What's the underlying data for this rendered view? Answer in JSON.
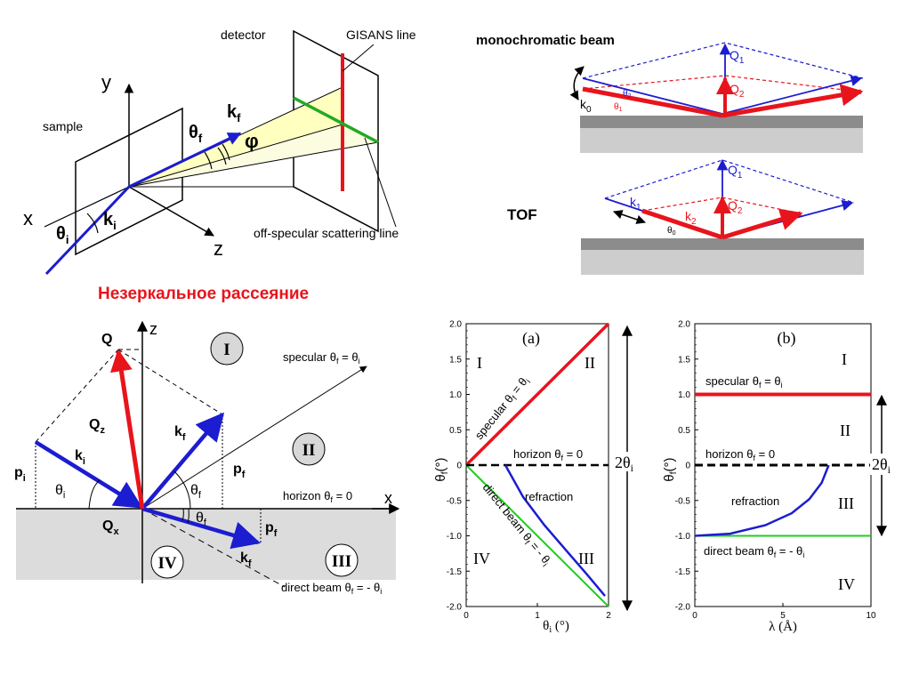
{
  "top_left": {
    "detector": "detector",
    "gisans_line": "GISANS line",
    "sample": "sample",
    "y_axis": "y",
    "x_axis": "x",
    "z_axis": "z",
    "theta_f": "θ",
    "theta_f_sub": "f",
    "k_f": "k",
    "k_f_sub": "f",
    "phi": "φ",
    "k_i": "k",
    "k_i_sub": "i",
    "theta_i": "θ",
    "theta_i_sub": "i",
    "off_specular": "off-specular scattering line"
  },
  "top_right": {
    "mono_title": "monochromatic beam",
    "tof_title": "TOF",
    "q1": "Q",
    "q1_sub": "1",
    "q2": "Q",
    "q2_sub": "2",
    "k0": "k",
    "k0_sub": "0",
    "theta2": "θ",
    "theta2_sub": "2",
    "theta1": "θ",
    "theta1_sub": "1",
    "tq1": "Q",
    "tq1_sub": "1",
    "tq2": "Q",
    "tq2_sub": "2",
    "k1": "k",
    "k1_sub": "1",
    "k2": "k",
    "k2_sub": "2",
    "theta0": "θ",
    "theta0_sub": "0"
  },
  "section_title": "Незеркальное рассеяние",
  "bottom_left": {
    "z_axis": "z",
    "x_axis": "x",
    "q": "Q",
    "qz": "Q",
    "qz_sub": "z",
    "qx": "Q",
    "qx_sub": "x",
    "ki": "k",
    "ki_sub": "i",
    "kf_up": "k",
    "kf_up_sub": "f",
    "kf_down": "k",
    "kf_down_sub": "f",
    "pi": "p",
    "pi_sub": "i",
    "pf_up": "p",
    "pf_up_sub": "f",
    "pf_down": "p",
    "pf_down_sub": "f",
    "theta_i": "θ",
    "theta_i_sub": "i",
    "theta_f_up": "θ",
    "theta_f_up_sub": "f",
    "theta_f_down": "θ",
    "theta_f_down_sub": "f",
    "region_I": "I",
    "region_II": "II",
    "region_III": "III",
    "region_IV": "IV",
    "specular": "specular θ",
    "specular_sub1": "f",
    "specular_mid": " = θ",
    "specular_sub2": "i",
    "horizon": "horizon θ",
    "horizon_sub": "f",
    "horizon_end": " = 0",
    "direct": "direct beam θ",
    "direct_sub1": "f",
    "direct_mid": " = - θ",
    "direct_sub2": "i"
  },
  "plot_a": {
    "label": "(a)",
    "ylabel": "θ",
    "ylabel_sub": "f",
    "ylabel_unit": "(°)",
    "xlabel": "θ",
    "xlabel_sub": "i",
    "xlabel_unit": " (°)",
    "y_ticks": [
      "2.0",
      "1.5",
      "1.0",
      "0.5",
      "0",
      "-0.5",
      "-1.0",
      "-1.5",
      "-2.0"
    ],
    "x_ticks": [
      "0",
      "1",
      "2"
    ],
    "region_I": "I",
    "region_II": "II",
    "region_III": "III",
    "region_IV": "IV",
    "specular": "specular θ",
    "specular_sub1": "f",
    "specular_mid": " = θ",
    "specular_sub2": "i",
    "horizon": "horizon θ",
    "horizon_sub": "f",
    "horizon_end": " = 0",
    "refraction": "refraction",
    "direct": "direct beam θ",
    "direct_sub1": "f",
    "direct_mid": " = - θ",
    "direct_sub2": "i",
    "two_theta": "2θ",
    "two_theta_sub": "i"
  },
  "plot_b": {
    "label": "(b)",
    "ylabel": "θ",
    "ylabel_sub": "f",
    "ylabel_unit": "(°)",
    "xlabel": "λ (Å)",
    "y_ticks": [
      "2.0",
      "1.5",
      "1.0",
      "0.5",
      "0",
      "-0.5",
      "-1.0",
      "-1.5",
      "-2.0"
    ],
    "x_ticks": [
      "0",
      "5",
      "10"
    ],
    "region_I": "I",
    "region_II": "II",
    "region_III": "III",
    "region_IV": "IV",
    "specular": "specular θ",
    "specular_sub1": "f",
    "specular_mid": " = θ",
    "specular_sub2": "i",
    "horizon": "horizon θ",
    "horizon_sub": "f",
    "horizon_end": " = 0",
    "refraction": "refraction",
    "direct": "direct beam θ",
    "direct_sub1": "f",
    "direct_mid": " = - θ",
    "direct_sub2": "i",
    "two_theta": "2θ",
    "two_theta_sub": "i"
  },
  "chart_data": [
    {
      "type": "line",
      "ylim": [
        -2.0,
        2.0
      ],
      "xlim": [
        0,
        2
      ],
      "series": [
        {
          "x": [
            0,
            2
          ],
          "y": [
            0,
            2
          ],
          "color": "#e8141c"
        },
        {
          "x": [
            0,
            2
          ],
          "y": [
            0,
            -2
          ],
          "color": "#22cc22"
        },
        {
          "x": [
            0,
            2
          ],
          "y": [
            0,
            0
          ],
          "color": "#000000"
        },
        {
          "x": [
            0.55,
            0.8,
            1.1,
            1.4,
            1.7,
            1.95
          ],
          "y": [
            0,
            -0.45,
            -0.85,
            -1.2,
            -1.55,
            -1.85
          ],
          "color": "#1c1cd0"
        }
      ]
    },
    {
      "type": "line",
      "ylim": [
        -2.0,
        2.0
      ],
      "xlim": [
        0,
        10
      ],
      "series": [
        {
          "x": [
            0,
            10
          ],
          "y": [
            1,
            1
          ],
          "color": "#e8141c"
        },
        {
          "x": [
            0,
            10
          ],
          "y": [
            -1,
            -1
          ],
          "color": "#22cc22"
        },
        {
          "x": [
            0,
            10
          ],
          "y": [
            0,
            0
          ],
          "color": "#000000"
        },
        {
          "x": [
            0,
            2,
            4,
            5.5,
            6.5,
            7.2,
            7.6
          ],
          "y": [
            -1.0,
            -0.97,
            -0.85,
            -0.68,
            -0.48,
            -0.25,
            0
          ],
          "color": "#1c1cd0"
        }
      ]
    }
  ]
}
